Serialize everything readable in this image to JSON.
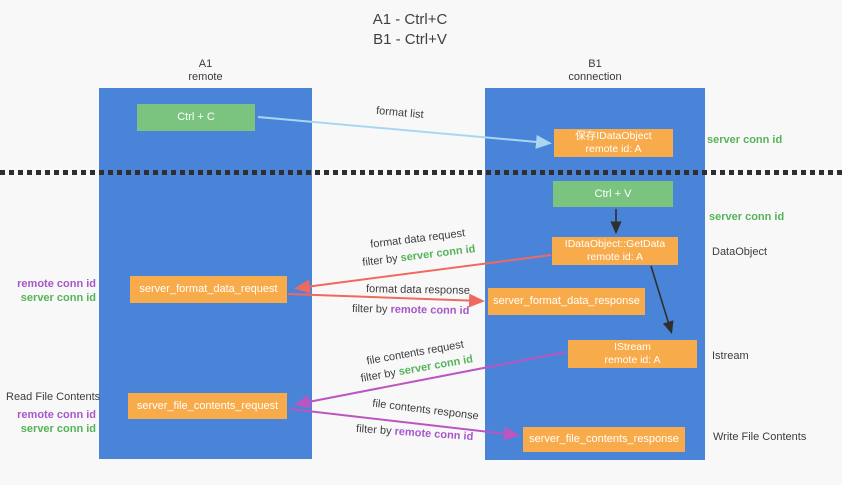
{
  "title": {
    "line1": "A1 - Ctrl+C",
    "line2": "B1 - Ctrl+V"
  },
  "lanes": {
    "a": {
      "name": "A1",
      "role": "remote"
    },
    "b": {
      "name": "B1",
      "role": "connection"
    }
  },
  "nodes": {
    "ctrl_c": {
      "label": "Ctrl + C"
    },
    "ctrl_v": {
      "label": "Ctrl + V"
    },
    "save_idataobject": {
      "line1": "保存IDataObject",
      "line2": "remote id: A"
    },
    "idataobject_getdata": {
      "line1": "IDataObject::GetData",
      "line2": "remote id: A"
    },
    "istream": {
      "line1": "IStream",
      "line2": "remote id: A"
    },
    "server_format_data_request": {
      "label": "server_format_data_request"
    },
    "server_format_data_response": {
      "label": "server_format_data_response"
    },
    "server_file_contents_request": {
      "label": "server_file_contents_request"
    },
    "server_file_contents_response": {
      "label": "server_file_contents_response"
    }
  },
  "arrows": {
    "format_list": {
      "label": "format list"
    },
    "format_data_request": {
      "label": "format data request",
      "filter_prefix": "filter by",
      "filter_key": "server conn id"
    },
    "format_data_response": {
      "label": "format data response",
      "filter_prefix": "filter by",
      "filter_key": "remote conn id"
    },
    "file_contents_request": {
      "label": "file contents request",
      "filter_prefix": "filter by",
      "filter_key": "server conn id"
    },
    "file_contents_response": {
      "label": "file contents response",
      "filter_prefix": "filter by",
      "filter_key": "remote conn id"
    }
  },
  "side_labels": {
    "right_server_conn_id_1": "server conn id",
    "right_server_conn_id_2": "server conn id",
    "dataobject": "DataObject",
    "istream": "Istream",
    "write_file_contents": "Write File Contents",
    "left_remote_conn_id_1": "remote conn id",
    "left_server_conn_id_1": "server conn id",
    "read_file_contents": "Read File Contents",
    "left_remote_conn_id_2": "remote conn id",
    "left_server_conn_id_2": "server conn id"
  },
  "colors": {
    "lane_blue": "#4a84d9",
    "node_green": "#7bc47f",
    "node_orange": "#f8ab4a",
    "text_green": "#55b359",
    "text_purple": "#a757c8",
    "arrow_red": "#ee6a60",
    "arrow_magenta": "#bb55c0",
    "arrow_lightblue": "#a9d7f2",
    "arrow_black": "#2f2f2f"
  }
}
